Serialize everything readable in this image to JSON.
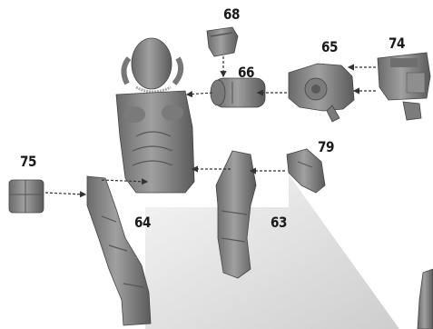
{
  "parts": [
    {
      "id": "p68",
      "label": "68"
    },
    {
      "id": "p65",
      "label": "65"
    },
    {
      "id": "p74",
      "label": "74"
    },
    {
      "id": "p66",
      "label": "66"
    },
    {
      "id": "p79",
      "label": "79"
    },
    {
      "id": "p75",
      "label": "75"
    },
    {
      "id": "p64",
      "label": "64"
    },
    {
      "id": "p63",
      "label": "63"
    }
  ],
  "colors": {
    "plastic": "#8a8a8a",
    "plastic_dark": "#5e5e5e",
    "plastic_light": "#b4b4b4",
    "shadow_panel": "#d9d9d9",
    "arrow": "#333333",
    "label": "#1a1a1a"
  }
}
